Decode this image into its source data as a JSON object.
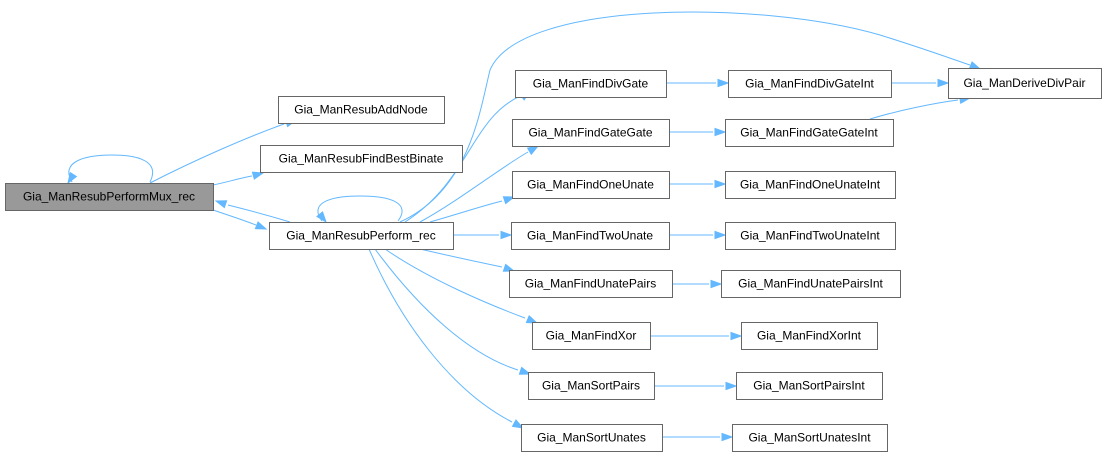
{
  "nodes": [
    {
      "id": "mux_rec",
      "label": "Gia_ManResubPerformMux_rec",
      "root": true
    },
    {
      "id": "add_node",
      "label": "Gia_ManResubAddNode"
    },
    {
      "id": "best_binate",
      "label": "Gia_ManResubFindBestBinate"
    },
    {
      "id": "perform_rec",
      "label": "Gia_ManResubPerform_rec"
    },
    {
      "id": "div_gate",
      "label": "Gia_ManFindDivGate"
    },
    {
      "id": "gate_gate",
      "label": "Gia_ManFindGateGate"
    },
    {
      "id": "one_unate",
      "label": "Gia_ManFindOneUnate"
    },
    {
      "id": "two_unate",
      "label": "Gia_ManFindTwoUnate"
    },
    {
      "id": "unate_pairs",
      "label": "Gia_ManFindUnatePairs"
    },
    {
      "id": "find_xor",
      "label": "Gia_ManFindXor"
    },
    {
      "id": "sort_pairs",
      "label": "Gia_ManSortPairs"
    },
    {
      "id": "sort_unates",
      "label": "Gia_ManSortUnates"
    },
    {
      "id": "div_gate_int",
      "label": "Gia_ManFindDivGateInt"
    },
    {
      "id": "gate_gate_int",
      "label": "Gia_ManFindGateGateInt"
    },
    {
      "id": "one_unate_int",
      "label": "Gia_ManFindOneUnateInt"
    },
    {
      "id": "two_unate_int",
      "label": "Gia_ManFindTwoUnateInt"
    },
    {
      "id": "unate_pairs_int",
      "label": "Gia_ManFindUnatePairsInt"
    },
    {
      "id": "xor_int",
      "label": "Gia_ManFindXorInt"
    },
    {
      "id": "sort_pairs_int",
      "label": "Gia_ManSortPairsInt"
    },
    {
      "id": "sort_unates_int",
      "label": "Gia_ManSortUnatesInt"
    },
    {
      "id": "derive_div_pair",
      "label": "Gia_ManDeriveDivPair"
    }
  ],
  "edges": [
    {
      "from": "mux_rec",
      "to": "mux_rec"
    },
    {
      "from": "mux_rec",
      "to": "add_node"
    },
    {
      "from": "mux_rec",
      "to": "best_binate"
    },
    {
      "from": "mux_rec",
      "to": "perform_rec"
    },
    {
      "from": "perform_rec",
      "to": "mux_rec"
    },
    {
      "from": "perform_rec",
      "to": "perform_rec"
    },
    {
      "from": "perform_rec",
      "to": "derive_div_pair"
    },
    {
      "from": "perform_rec",
      "to": "div_gate"
    },
    {
      "from": "perform_rec",
      "to": "gate_gate"
    },
    {
      "from": "perform_rec",
      "to": "one_unate"
    },
    {
      "from": "perform_rec",
      "to": "two_unate"
    },
    {
      "from": "perform_rec",
      "to": "unate_pairs"
    },
    {
      "from": "perform_rec",
      "to": "find_xor"
    },
    {
      "from": "perform_rec",
      "to": "sort_pairs"
    },
    {
      "from": "perform_rec",
      "to": "sort_unates"
    },
    {
      "from": "div_gate",
      "to": "div_gate_int"
    },
    {
      "from": "div_gate_int",
      "to": "derive_div_pair"
    },
    {
      "from": "gate_gate",
      "to": "gate_gate_int"
    },
    {
      "from": "gate_gate_int",
      "to": "derive_div_pair"
    },
    {
      "from": "one_unate",
      "to": "one_unate_int"
    },
    {
      "from": "two_unate",
      "to": "two_unate_int"
    },
    {
      "from": "unate_pairs",
      "to": "unate_pairs_int"
    },
    {
      "from": "find_xor",
      "to": "xor_int"
    },
    {
      "from": "sort_pairs",
      "to": "sort_pairs_int"
    },
    {
      "from": "sort_unates",
      "to": "sort_unates_int"
    }
  ],
  "colors": {
    "edge": "#63b8ff",
    "root_fill": "#999999",
    "node_fill": "#ffffff",
    "node_border": "#666666"
  }
}
